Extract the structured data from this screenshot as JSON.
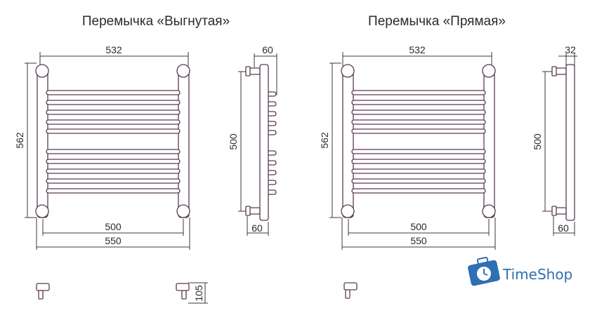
{
  "left": {
    "title": "Перемычка «Выгнутая»",
    "width_top": "532",
    "height": "562",
    "center_bottom": "500",
    "overall_bottom": "550",
    "side_depth_top": "60",
    "side_height": "500",
    "side_depth_bottom": "60",
    "plan_depth": "105"
  },
  "right": {
    "title": "Перемычка «Прямая»",
    "width_top": "532",
    "height": "562",
    "center_bottom": "500",
    "overall_bottom": "550",
    "side_depth_top": "32",
    "side_height": "500",
    "side_depth_bottom": "60"
  },
  "logo": {
    "text": "TimeShop",
    "color": "#2f6fb3",
    "icon": "suitcase-clock-icon"
  }
}
